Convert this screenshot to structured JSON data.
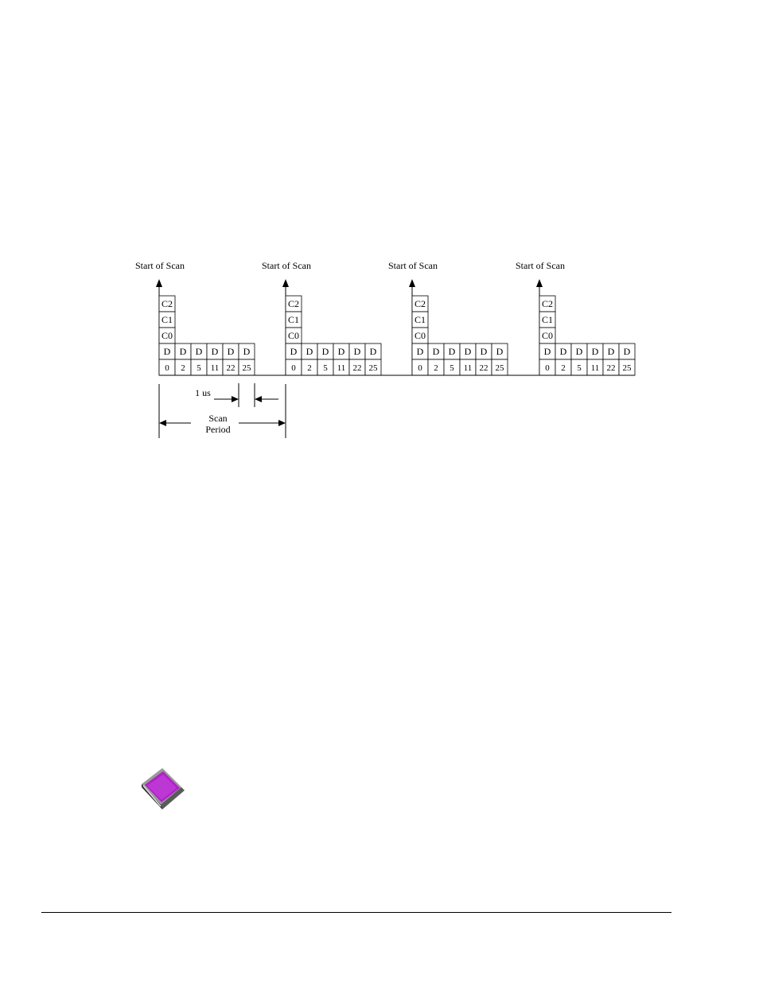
{
  "diagram": {
    "scan_label": "Start of Scan",
    "scans": [
      {
        "control_channels": [
          "C2",
          "C1",
          "C0"
        ],
        "data_channels": [
          {
            "top": "D",
            "bottom": "0"
          },
          {
            "top": "D",
            "bottom": "2"
          },
          {
            "top": "D",
            "bottom": "5"
          },
          {
            "top": "D",
            "bottom": "11"
          },
          {
            "top": "D",
            "bottom": "22"
          },
          {
            "top": "D",
            "bottom": "25"
          }
        ]
      },
      {
        "control_channels": [
          "C2",
          "C1",
          "C0"
        ],
        "data_channels": [
          {
            "top": "D",
            "bottom": "0"
          },
          {
            "top": "D",
            "bottom": "2"
          },
          {
            "top": "D",
            "bottom": "5"
          },
          {
            "top": "D",
            "bottom": "11"
          },
          {
            "top": "D",
            "bottom": "22"
          },
          {
            "top": "D",
            "bottom": "25"
          }
        ]
      },
      {
        "control_channels": [
          "C2",
          "C1",
          "C0"
        ],
        "data_channels": [
          {
            "top": "D",
            "bottom": "0"
          },
          {
            "top": "D",
            "bottom": "2"
          },
          {
            "top": "D",
            "bottom": "5"
          },
          {
            "top": "D",
            "bottom": "11"
          },
          {
            "top": "D",
            "bottom": "22"
          },
          {
            "top": "D",
            "bottom": "25"
          }
        ]
      },
      {
        "control_channels": [
          "C2",
          "C1",
          "C0"
        ],
        "data_channels": [
          {
            "top": "D",
            "bottom": "0"
          },
          {
            "top": "D",
            "bottom": "2"
          },
          {
            "top": "D",
            "bottom": "5"
          },
          {
            "top": "D",
            "bottom": "11"
          },
          {
            "top": "D",
            "bottom": "22"
          },
          {
            "top": "D",
            "bottom": "25"
          }
        ]
      }
    ],
    "interval_label": "1 us",
    "period_label_line1": "Scan",
    "period_label_line2": "Period"
  },
  "icons": {
    "reference_icon": "book-icon",
    "reference_color": "#b020c8"
  }
}
